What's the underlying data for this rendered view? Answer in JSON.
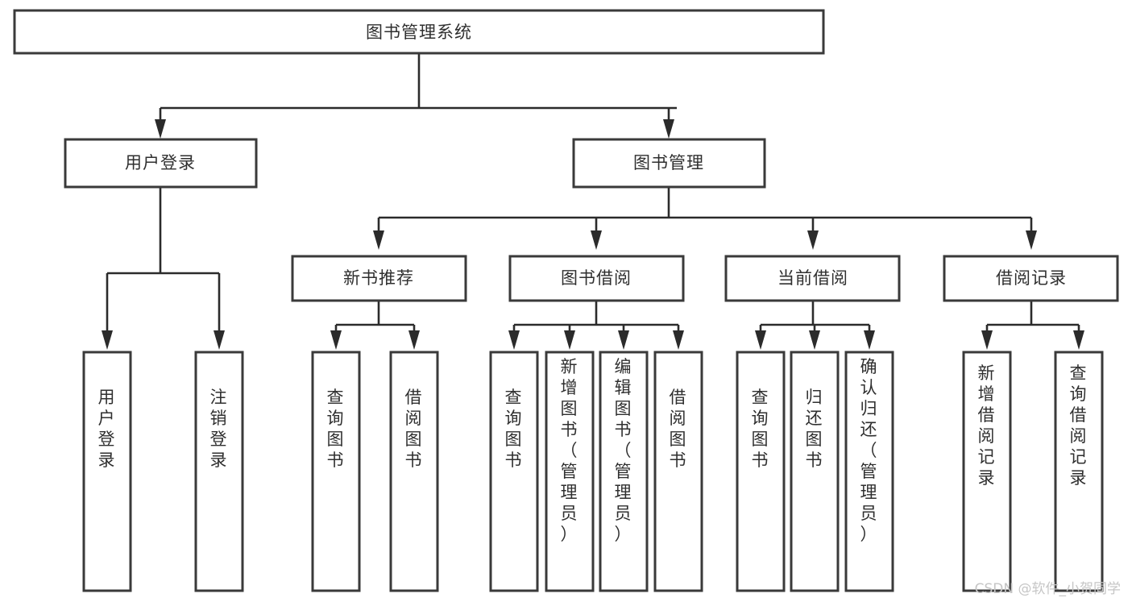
{
  "diagram": {
    "type": "tree-hierarchy",
    "title": "图书管理系统",
    "watermark": "CSDN @软件_小贺同学",
    "colors": {
      "box_fill": "#ffffff",
      "box_stroke": "#3a3a3a",
      "connector": "#2b2b2b",
      "text": "#2f2f2f",
      "watermark": "#c6c6c6",
      "background": "#ffffff"
    },
    "root": {
      "label": "图书管理系统"
    },
    "level2": [
      {
        "label": "用户登录"
      },
      {
        "label": "图书管理"
      }
    ],
    "level3": [
      {
        "label": "新书推荐"
      },
      {
        "label": "图书借阅"
      },
      {
        "label": "当前借阅"
      },
      {
        "label": "借阅记录"
      }
    ],
    "leaves": {
      "user_login": [
        {
          "label": "用户登录"
        },
        {
          "label": "注销登录"
        }
      ],
      "new_book_recommend": [
        {
          "label": "查询图书"
        },
        {
          "label": "借阅图书"
        }
      ],
      "book_borrow": [
        {
          "label": "查询图书"
        },
        {
          "label": "新增图书（管理员）"
        },
        {
          "label": "编辑图书（管理员）"
        },
        {
          "label": "借阅图书"
        }
      ],
      "current_borrow": [
        {
          "label": "查询图书"
        },
        {
          "label": "归还图书"
        },
        {
          "label": "确认归还（管理员）"
        }
      ],
      "borrow_record": [
        {
          "label": "新增借阅记录"
        },
        {
          "label": "查询借阅记录"
        }
      ]
    }
  }
}
